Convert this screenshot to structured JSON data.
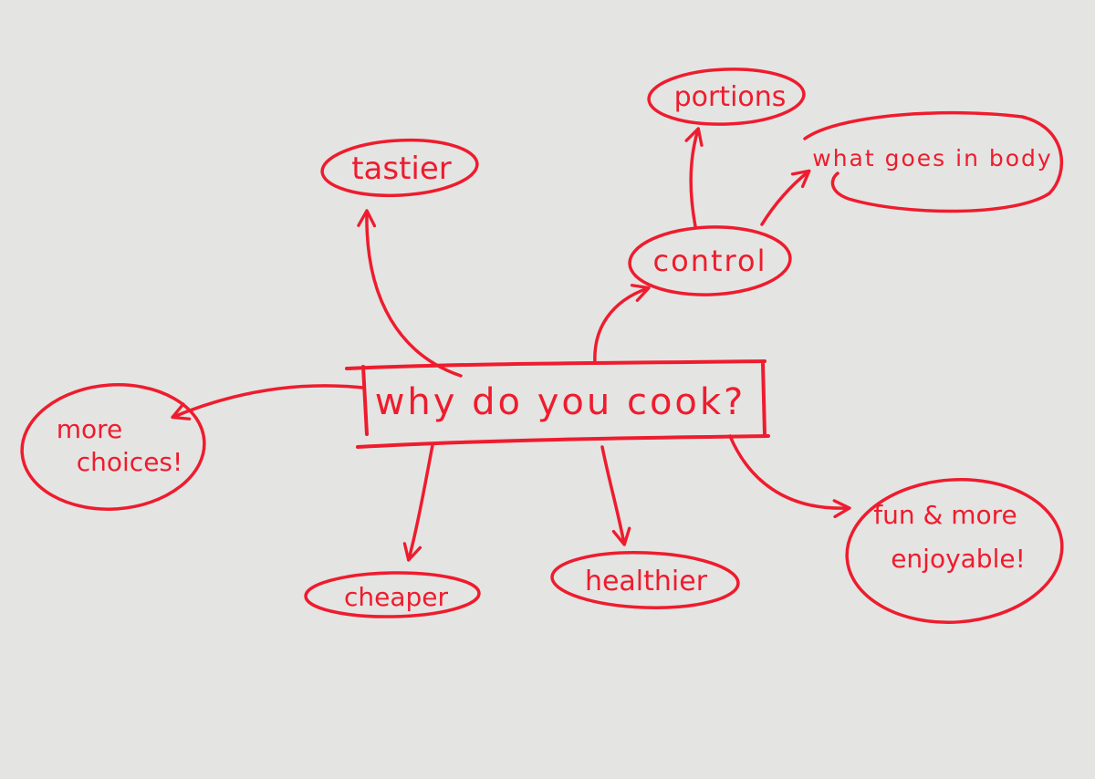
{
  "ink_color": "#ee1c2e",
  "background_color": "#e4e4e2",
  "central": {
    "label": "why do you cook?"
  },
  "nodes": [
    {
      "id": "tastier",
      "label": "tastier"
    },
    {
      "id": "portions",
      "label": "portions"
    },
    {
      "id": "what-goes-in-body",
      "label": "what goes in body"
    },
    {
      "id": "control",
      "label": "control"
    },
    {
      "id": "more-choices",
      "lines": [
        "more",
        "choices!"
      ]
    },
    {
      "id": "cheaper",
      "label": "cheaper"
    },
    {
      "id": "healthier",
      "label": "healthier"
    },
    {
      "id": "fun-enjoyable",
      "lines": [
        "fun & more",
        "enjoyable!"
      ]
    }
  ],
  "edges": [
    {
      "from": "central",
      "to": "tastier"
    },
    {
      "from": "central",
      "to": "control"
    },
    {
      "from": "control",
      "to": "portions"
    },
    {
      "from": "control",
      "to": "what-goes-in-body"
    },
    {
      "from": "central",
      "to": "more-choices"
    },
    {
      "from": "central",
      "to": "cheaper"
    },
    {
      "from": "central",
      "to": "healthier"
    },
    {
      "from": "central",
      "to": "fun-enjoyable"
    }
  ]
}
